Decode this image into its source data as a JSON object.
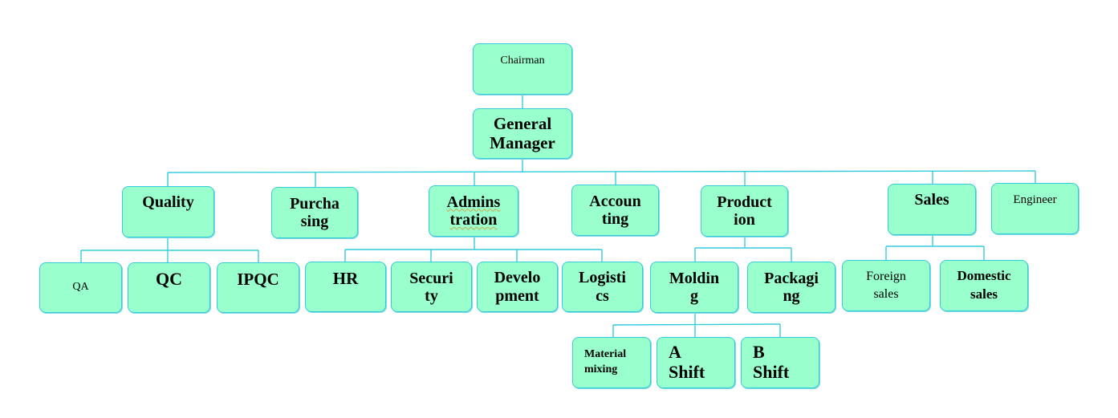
{
  "org_chart": {
    "chairman": "Chairman",
    "general_manager": "General\nManager",
    "departments": {
      "quality": "Quality",
      "purchasing": "Purcha\nsing",
      "administration": "Admins\ntration",
      "accounting": "Accoun\nting",
      "production": "Product\nion",
      "sales": "Sales",
      "engineer": "Engineer"
    },
    "quality_units": {
      "qa": "QA",
      "qc": "QC",
      "ipqc": "IPQC"
    },
    "administration_units": {
      "hr": "HR",
      "security": "Securi\nty",
      "development": "Develo\npment",
      "logistics": "Logisti\ncs"
    },
    "production_units": {
      "molding": "Moldin\ng",
      "packaging": "Packagi\nng"
    },
    "sales_units": {
      "foreign_sales": "Foreign\nsales",
      "domestic_sales": "Domestic\nsales"
    },
    "molding_units": {
      "material_mixing": "Material\nmixing",
      "a_shift": "A\nShift",
      "b_shift": "B\nShift"
    }
  },
  "colors": {
    "box_fill": "#99ffcc",
    "box_border": "#33ccdd",
    "connector": "#33ccdd"
  }
}
